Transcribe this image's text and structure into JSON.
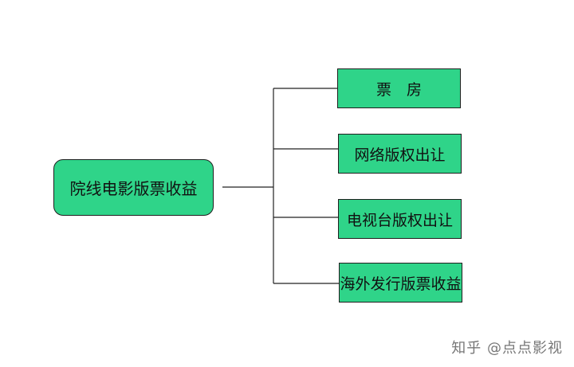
{
  "root": {
    "label": "院线电影版票收益"
  },
  "branches": [
    {
      "label": "票　房"
    },
    {
      "label": "网络版权出让"
    },
    {
      "label": "电视台版权出让"
    },
    {
      "label": "海外发行版票收益"
    }
  ],
  "watermark": "知乎 @点点影视",
  "colors": {
    "node_fill": "#2fd489",
    "node_border": "#1f1f1f",
    "connector": "#222222",
    "background": "#ffffff"
  }
}
